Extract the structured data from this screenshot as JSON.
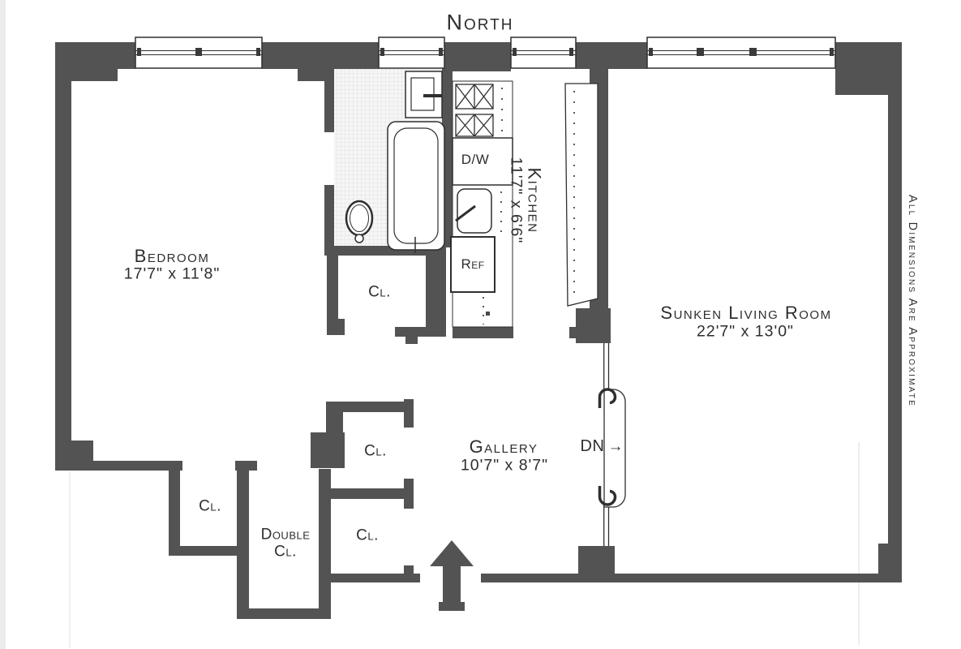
{
  "compass": {
    "north_label": "North"
  },
  "disclaimer": {
    "text": "All Dimensions Are Approximate"
  },
  "rooms": {
    "bedroom": {
      "name": "Bedroom",
      "dims": "17'7\" x 11'8\""
    },
    "kitchen": {
      "name": "Kitchen",
      "dims": "11'7\" x 6'6\""
    },
    "living_room": {
      "name": "Sunken Living Room",
      "dims": "22'7\" x 13'0\""
    },
    "gallery": {
      "name": "Gallery",
      "dims": "10'7\" x 8'7\""
    }
  },
  "closets": {
    "bathroom_closet": "Cl.",
    "bedroom_closet": "Cl.",
    "double_closet_line1": "Double",
    "double_closet_line2": "Cl.",
    "upper_gallery_closet": "Cl.",
    "lower_gallery_closet": "Cl."
  },
  "appliances": {
    "dishwasher": "D/W",
    "refrigerator": "Ref"
  },
  "stairs": {
    "down_label": "DN",
    "down_arrow": "→"
  },
  "icons": {
    "entry_arrow": "up-arrow",
    "stair_direction": "right-arrow"
  },
  "colors": {
    "wall": "#535353",
    "outline": "#2f2f2f",
    "text": "#2e2e2e",
    "tile_bg": "#f6f6f6",
    "tile_line": "#dcdcdc",
    "background": "#ffffff"
  }
}
